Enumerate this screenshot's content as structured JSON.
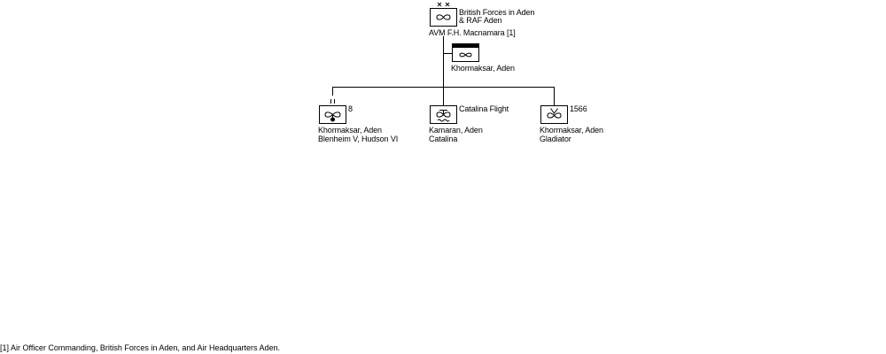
{
  "hq": {
    "name_line1": "British Forces in Aden",
    "name_line2": "& RAF Aden",
    "commander": "AVM  F.H. Macnamara [1]",
    "size_marker": "XX"
  },
  "station": {
    "location": "Khormaksar, Aden"
  },
  "units": [
    {
      "designation": "8",
      "location": "Khormaksar, Aden",
      "aircraft": "Blenheim V, Hudson VI",
      "size_marker": "II"
    },
    {
      "designation": "Catalina Flight",
      "location": "Kamaran, Aden",
      "aircraft": "Catalina"
    },
    {
      "designation": "1566",
      "location": "Khormaksar, Aden",
      "aircraft": "Gladiator"
    }
  ],
  "footnote": "[1] Air Officer Commanding, British Forces in Aden, and Air Headquarters Aden.",
  "colors": {
    "line": "#000000",
    "background": "#ffffff"
  }
}
